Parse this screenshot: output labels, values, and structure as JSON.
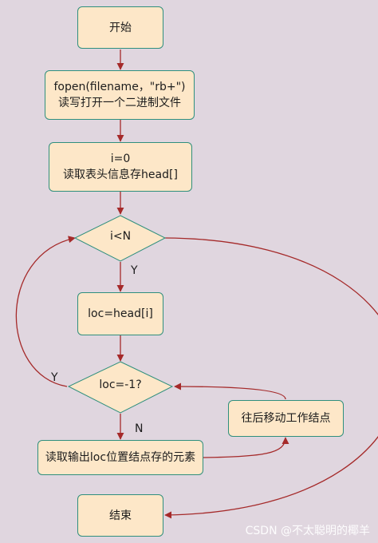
{
  "nodes": {
    "start": "开始",
    "open_line1": "fopen(filename，\"rb+\")",
    "open_line2": "读写打开一个二进制文件",
    "init_line1": "i=0",
    "init_line2": "读取表头信息存head[]",
    "cond_i": "i<N",
    "assign_loc": "loc=head[i]",
    "cond_loc": "loc=-1?",
    "output": "读取输出loc位置结点存的元素",
    "move": "往后移动工作结点",
    "end": "结束"
  },
  "edge_labels": {
    "cond_i_yes": "Y",
    "cond_loc_yes": "Y",
    "cond_loc_no": "N"
  },
  "colors": {
    "background": "#e0d6df",
    "node_fill": "#fde7c8",
    "node_border": "#2f8f7d",
    "arrow": "#a52a2a"
  },
  "watermark": "CSDN @不太聪明的椰羊"
}
